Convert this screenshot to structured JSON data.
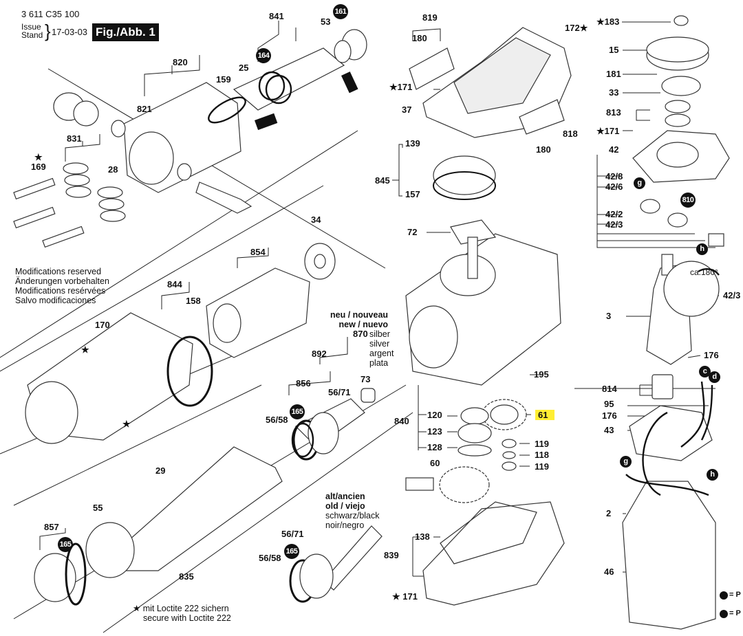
{
  "header": {
    "part_number": "3 611 C35 100",
    "issue_label_en": "Issue",
    "issue_label_de": "Stand",
    "issue_date": "17-03-03",
    "figure_label": "Fig./Abb. 1"
  },
  "notes": [
    "Modifications reserved",
    "Änderungen vorbehalten",
    "Modifications resérvées",
    "Salvo modificaciones"
  ],
  "variant_new": {
    "title_1": "neu / nouveau",
    "title_2": "new / nuevo",
    "part": "870",
    "color": [
      "silber",
      "silver",
      "argent",
      "plata"
    ]
  },
  "variant_old": {
    "title_1": "alt/ancien",
    "title_2": "old / viejo",
    "color": [
      "schwarz/black",
      "noir/negro"
    ]
  },
  "loctite_note": {
    "symbol": "★",
    "line_1": "mit Loctite 222 sichern",
    "line_2": "secure with Loctite 222"
  },
  "badges": [
    "161",
    "164",
    "165",
    "165",
    "165",
    "810"
  ],
  "wire_terminals": [
    "c",
    "d",
    "g",
    "g",
    "h",
    "h"
  ],
  "angle_note": "ca.180°",
  "highlighted_part": "61",
  "highlight_color": "#ffee33",
  "legend_right": [
    "= P",
    "= P"
  ],
  "part_labels": {
    "p820": "820",
    "p821": "821",
    "p159": "159",
    "p25": "25",
    "p841": "841",
    "p53": "53",
    "p831": "831",
    "p169": "169",
    "p28": "28",
    "p34": "34",
    "p854": "854",
    "p844": "844",
    "p158": "158",
    "p170": "170",
    "p892": "892",
    "p856": "856",
    "p5671a": "56/71",
    "p5658a": "56/58",
    "p73": "73",
    "p29": "29",
    "p55": "55",
    "p857": "857",
    "p835": "835",
    "p5671b": "56/71",
    "p5658b": "56/58",
    "p819": "819",
    "p180a": "180",
    "p172": "172",
    "p171a": "171",
    "p37": "37",
    "p818": "818",
    "p180b": "180",
    "p139": "139",
    "p845": "845",
    "p157": "157",
    "p72": "72",
    "p195": "195",
    "p840": "840",
    "p120": "120",
    "p123": "123",
    "p128": "128",
    "p61": "61",
    "p119a": "119",
    "p118": "118",
    "p119b": "119",
    "p60": "60",
    "p138": "138",
    "p839": "839",
    "p171b": "171",
    "p183": "183",
    "p15": "15",
    "p181": "181",
    "p33": "33",
    "p813": "813",
    "p171c": "171",
    "p42": "42",
    "p428": "42/8",
    "p426": "42/6",
    "p422": "42/2",
    "p423a": "42/3",
    "p423b": "42/3",
    "p3": "3",
    "p176a": "176",
    "p814": "814",
    "p95": "95",
    "p176b": "176",
    "p43": "43",
    "p2": "2",
    "p46": "46"
  }
}
